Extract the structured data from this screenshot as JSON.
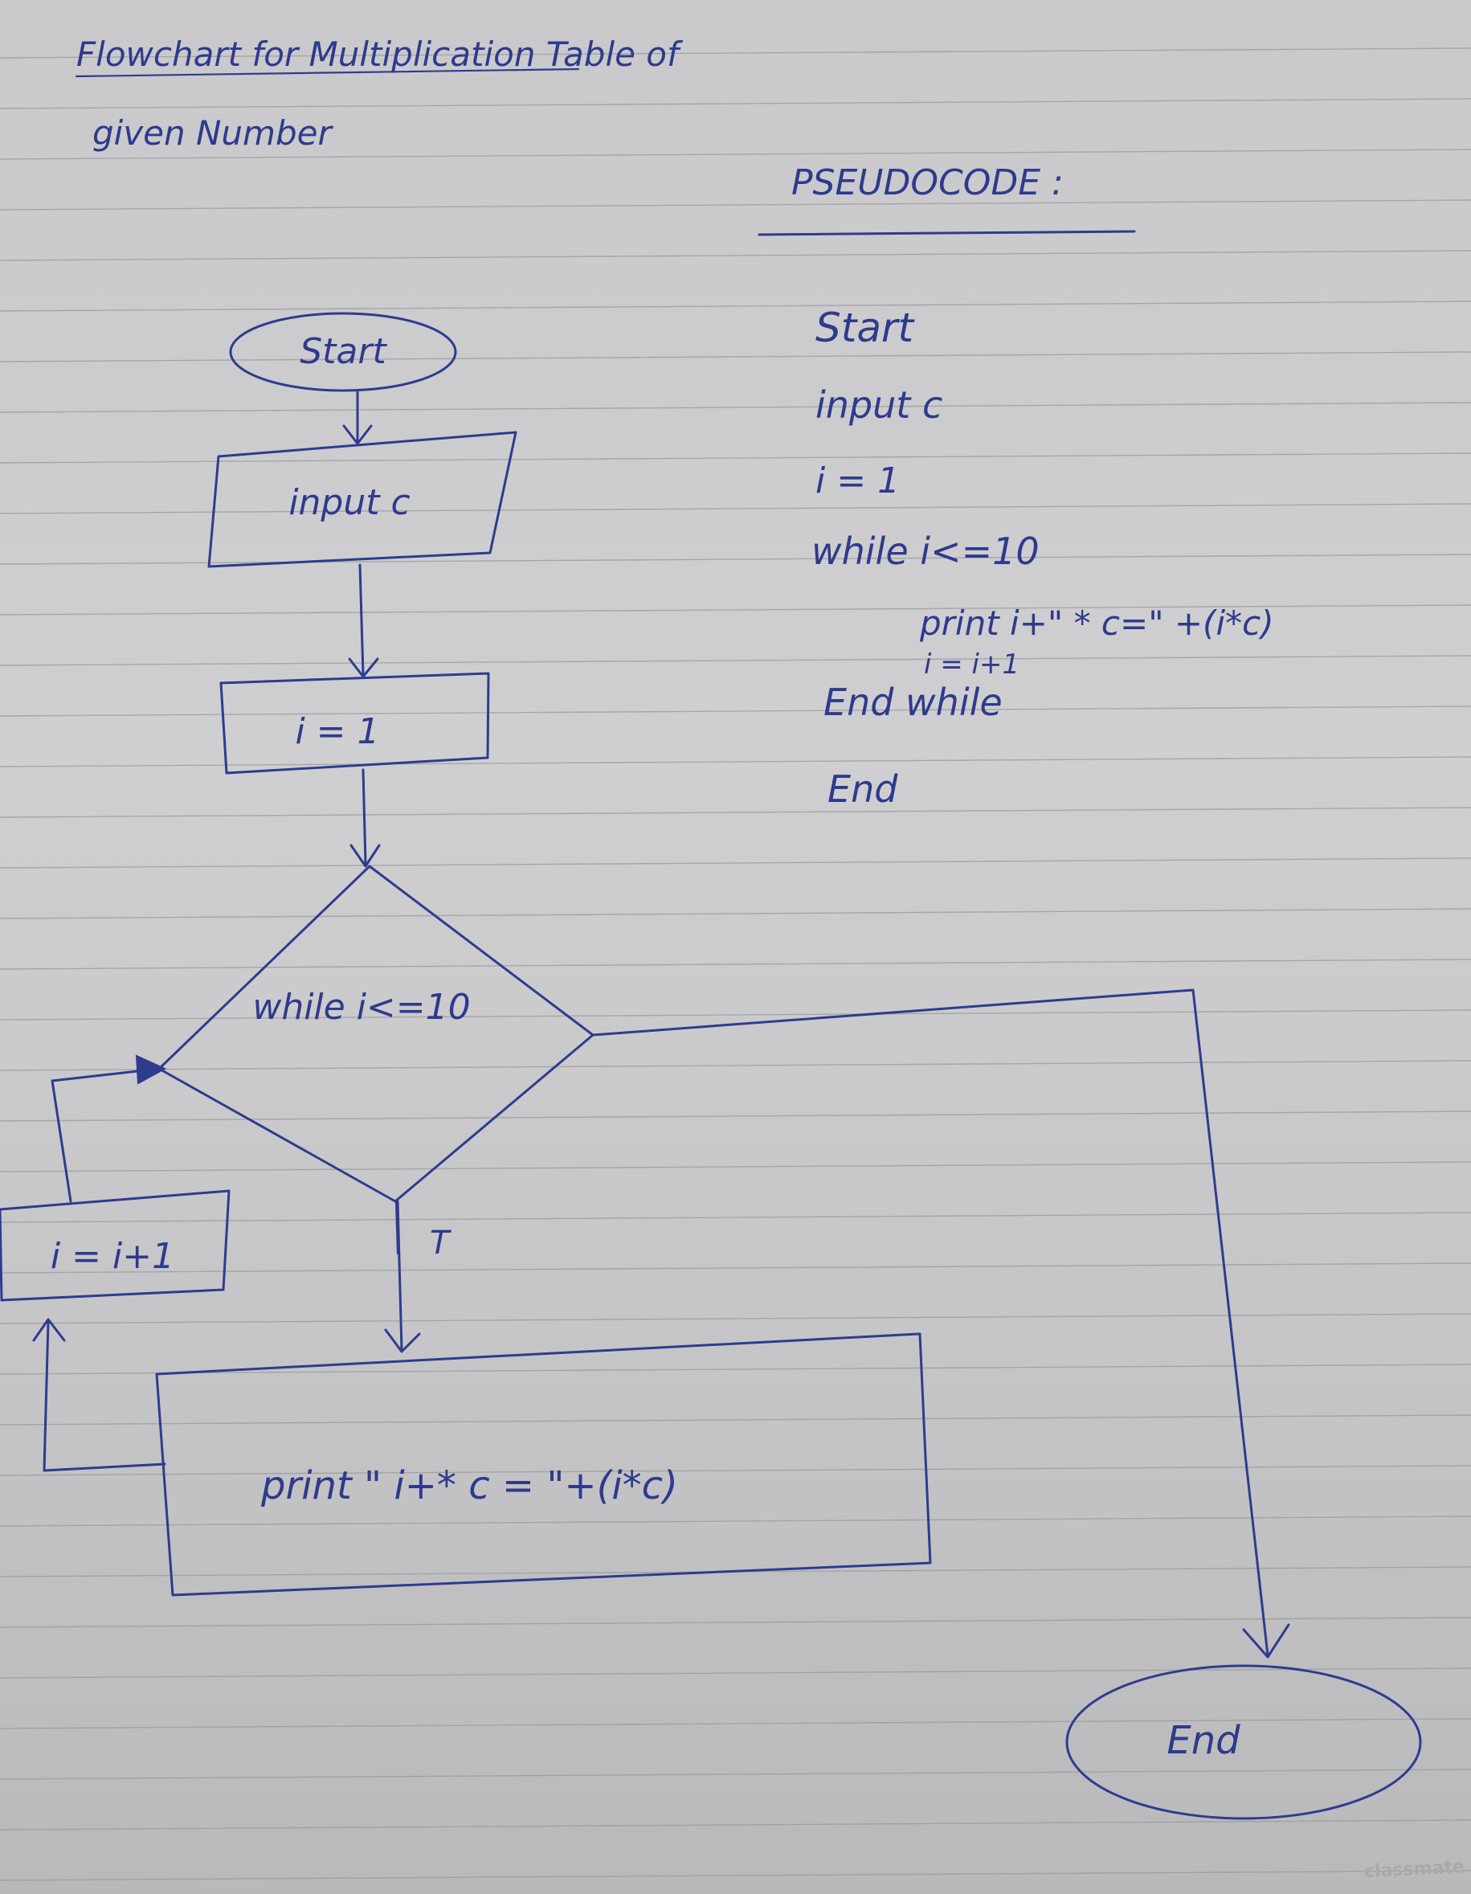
{
  "title": {
    "line1": "Flowchart for Multiplication Table of",
    "line2": "given Number"
  },
  "pseudocode": {
    "heading": "PSEUDOCODE :",
    "lines": [
      "Start",
      "input  c",
      "i = 1",
      "while  i<=10",
      "print  i+\" * c=\" +(i*c)",
      "i = i+1",
      "End while",
      "End"
    ]
  },
  "flowchart": {
    "start_label": "Start",
    "input_label": "input  c",
    "init_label": "i = 1",
    "decision_label": "while  i<=10",
    "true_label": "T",
    "increment_label": "i = i+1",
    "print_label": "print  \" i+* c = \"+(i*c)",
    "end_label": "End"
  },
  "brand": "classmate",
  "colors": {
    "ink": "#2f3b8f",
    "paper": "#cbcbcd",
    "rule": "#9a9a9e"
  }
}
